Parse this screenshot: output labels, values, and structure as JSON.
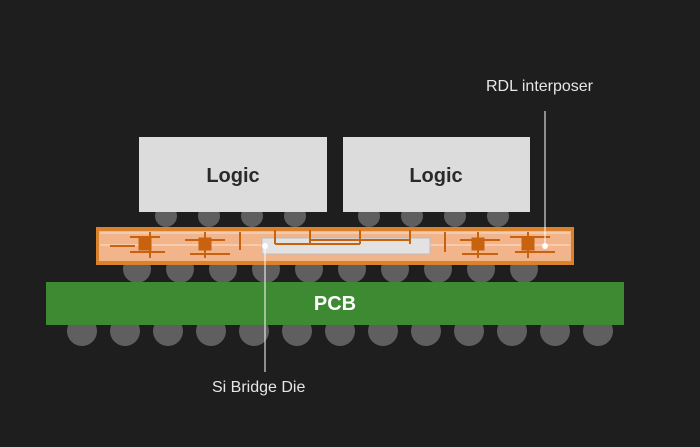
{
  "labels": {
    "logic_left": "Logic",
    "logic_right": "Logic",
    "pcb": "PCB",
    "rdl_interposer": "RDL interposer",
    "si_bridge_die": "Si Bridge Die"
  },
  "colors": {
    "background": "#1e1e1e",
    "logic_die": "#dcdcdc",
    "solder_ball": "#5f5f5f",
    "interposer": "#f2b48a",
    "interposer_edge": "#d9822b",
    "trace": "#c8620e",
    "bridge_die": "#e2e2e2",
    "pcb": "#3e8a32",
    "callout_line": "#ffffff"
  }
}
